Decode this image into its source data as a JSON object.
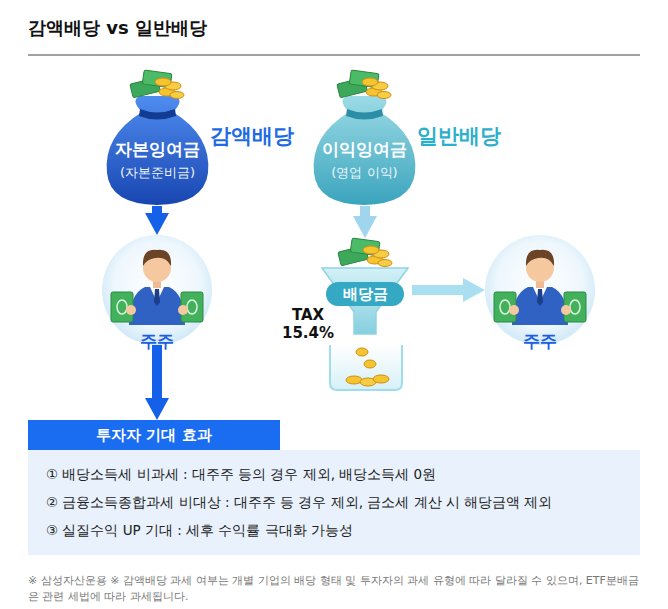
{
  "diagram": {
    "title": "감액배당 vs 일반배당",
    "caption": "※ 삼성자산운용 ※ 감액배당 과세 여부는 개별 기업의 배당 형태 및 투자자의 과세 유형에 따라 달라질 수 있으며, ETF분배금은 관련 세법에 따라 과세됩니다.",
    "nodes": [
      {
        "text": [
          "감액배당",
          "자본잉여금",
          "(자본준비금)"
        ]
      },
      {
        "text": [
          "일반배당",
          "이익잉여금",
          "(영업 이익)"
        ]
      },
      {
        "text": [
          "주주"
        ]
      },
      {
        "text": [
          "배당금"
        ]
      },
      {
        "text": [
          "주주"
        ]
      },
      {
        "text": [
          "투자자 기대 효과",
          "① 배당소득세 비과세 : 대주주 등의 경우 제외, 배당소득세 0원",
          "② 금융소득종합과세 비대상 : 대주주 등 경우 제외, 금소세 계산 시 해당금액 제외",
          "③ 실질수익 UP 기대 : 세후 수익률 극대화 가능성"
        ]
      }
    ],
    "edges": [
      {
        "from": 0,
        "to": 2,
        "arrow": "to"
      },
      {
        "from": 1,
        "to": 3,
        "arrow": "to"
      },
      {
        "from": 3,
        "to": 4,
        "arrow": "to"
      },
      {
        "from": 2,
        "to": 5,
        "arrow": "to"
      }
    ],
    "labels": [
      "TAX 15.4%"
    ]
  }
}
